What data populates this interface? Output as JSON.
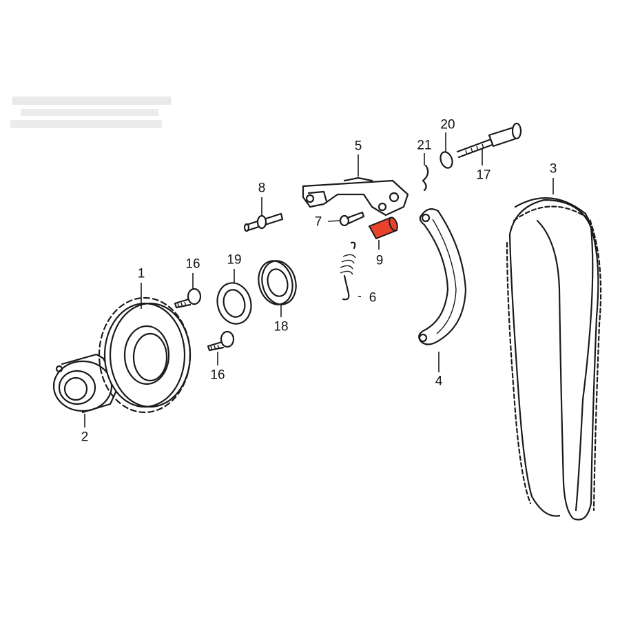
{
  "diagram": {
    "highlight_color": "#e8442c",
    "parts": [
      {
        "id": "p1",
        "number": "1"
      },
      {
        "id": "p2",
        "number": "2"
      },
      {
        "id": "p3",
        "number": "3"
      },
      {
        "id": "p4",
        "number": "4"
      },
      {
        "id": "p5",
        "number": "5"
      },
      {
        "id": "p6",
        "number": "6"
      },
      {
        "id": "p7",
        "number": "7"
      },
      {
        "id": "p8",
        "number": "8"
      },
      {
        "id": "p9",
        "number": "9",
        "highlighted": true
      },
      {
        "id": "p16a",
        "number": "16"
      },
      {
        "id": "p16b",
        "number": "16"
      },
      {
        "id": "p17",
        "number": "17"
      },
      {
        "id": "p18",
        "number": "18"
      },
      {
        "id": "p19",
        "number": "19"
      },
      {
        "id": "p20",
        "number": "20"
      },
      {
        "id": "p21",
        "number": "21"
      }
    ]
  }
}
